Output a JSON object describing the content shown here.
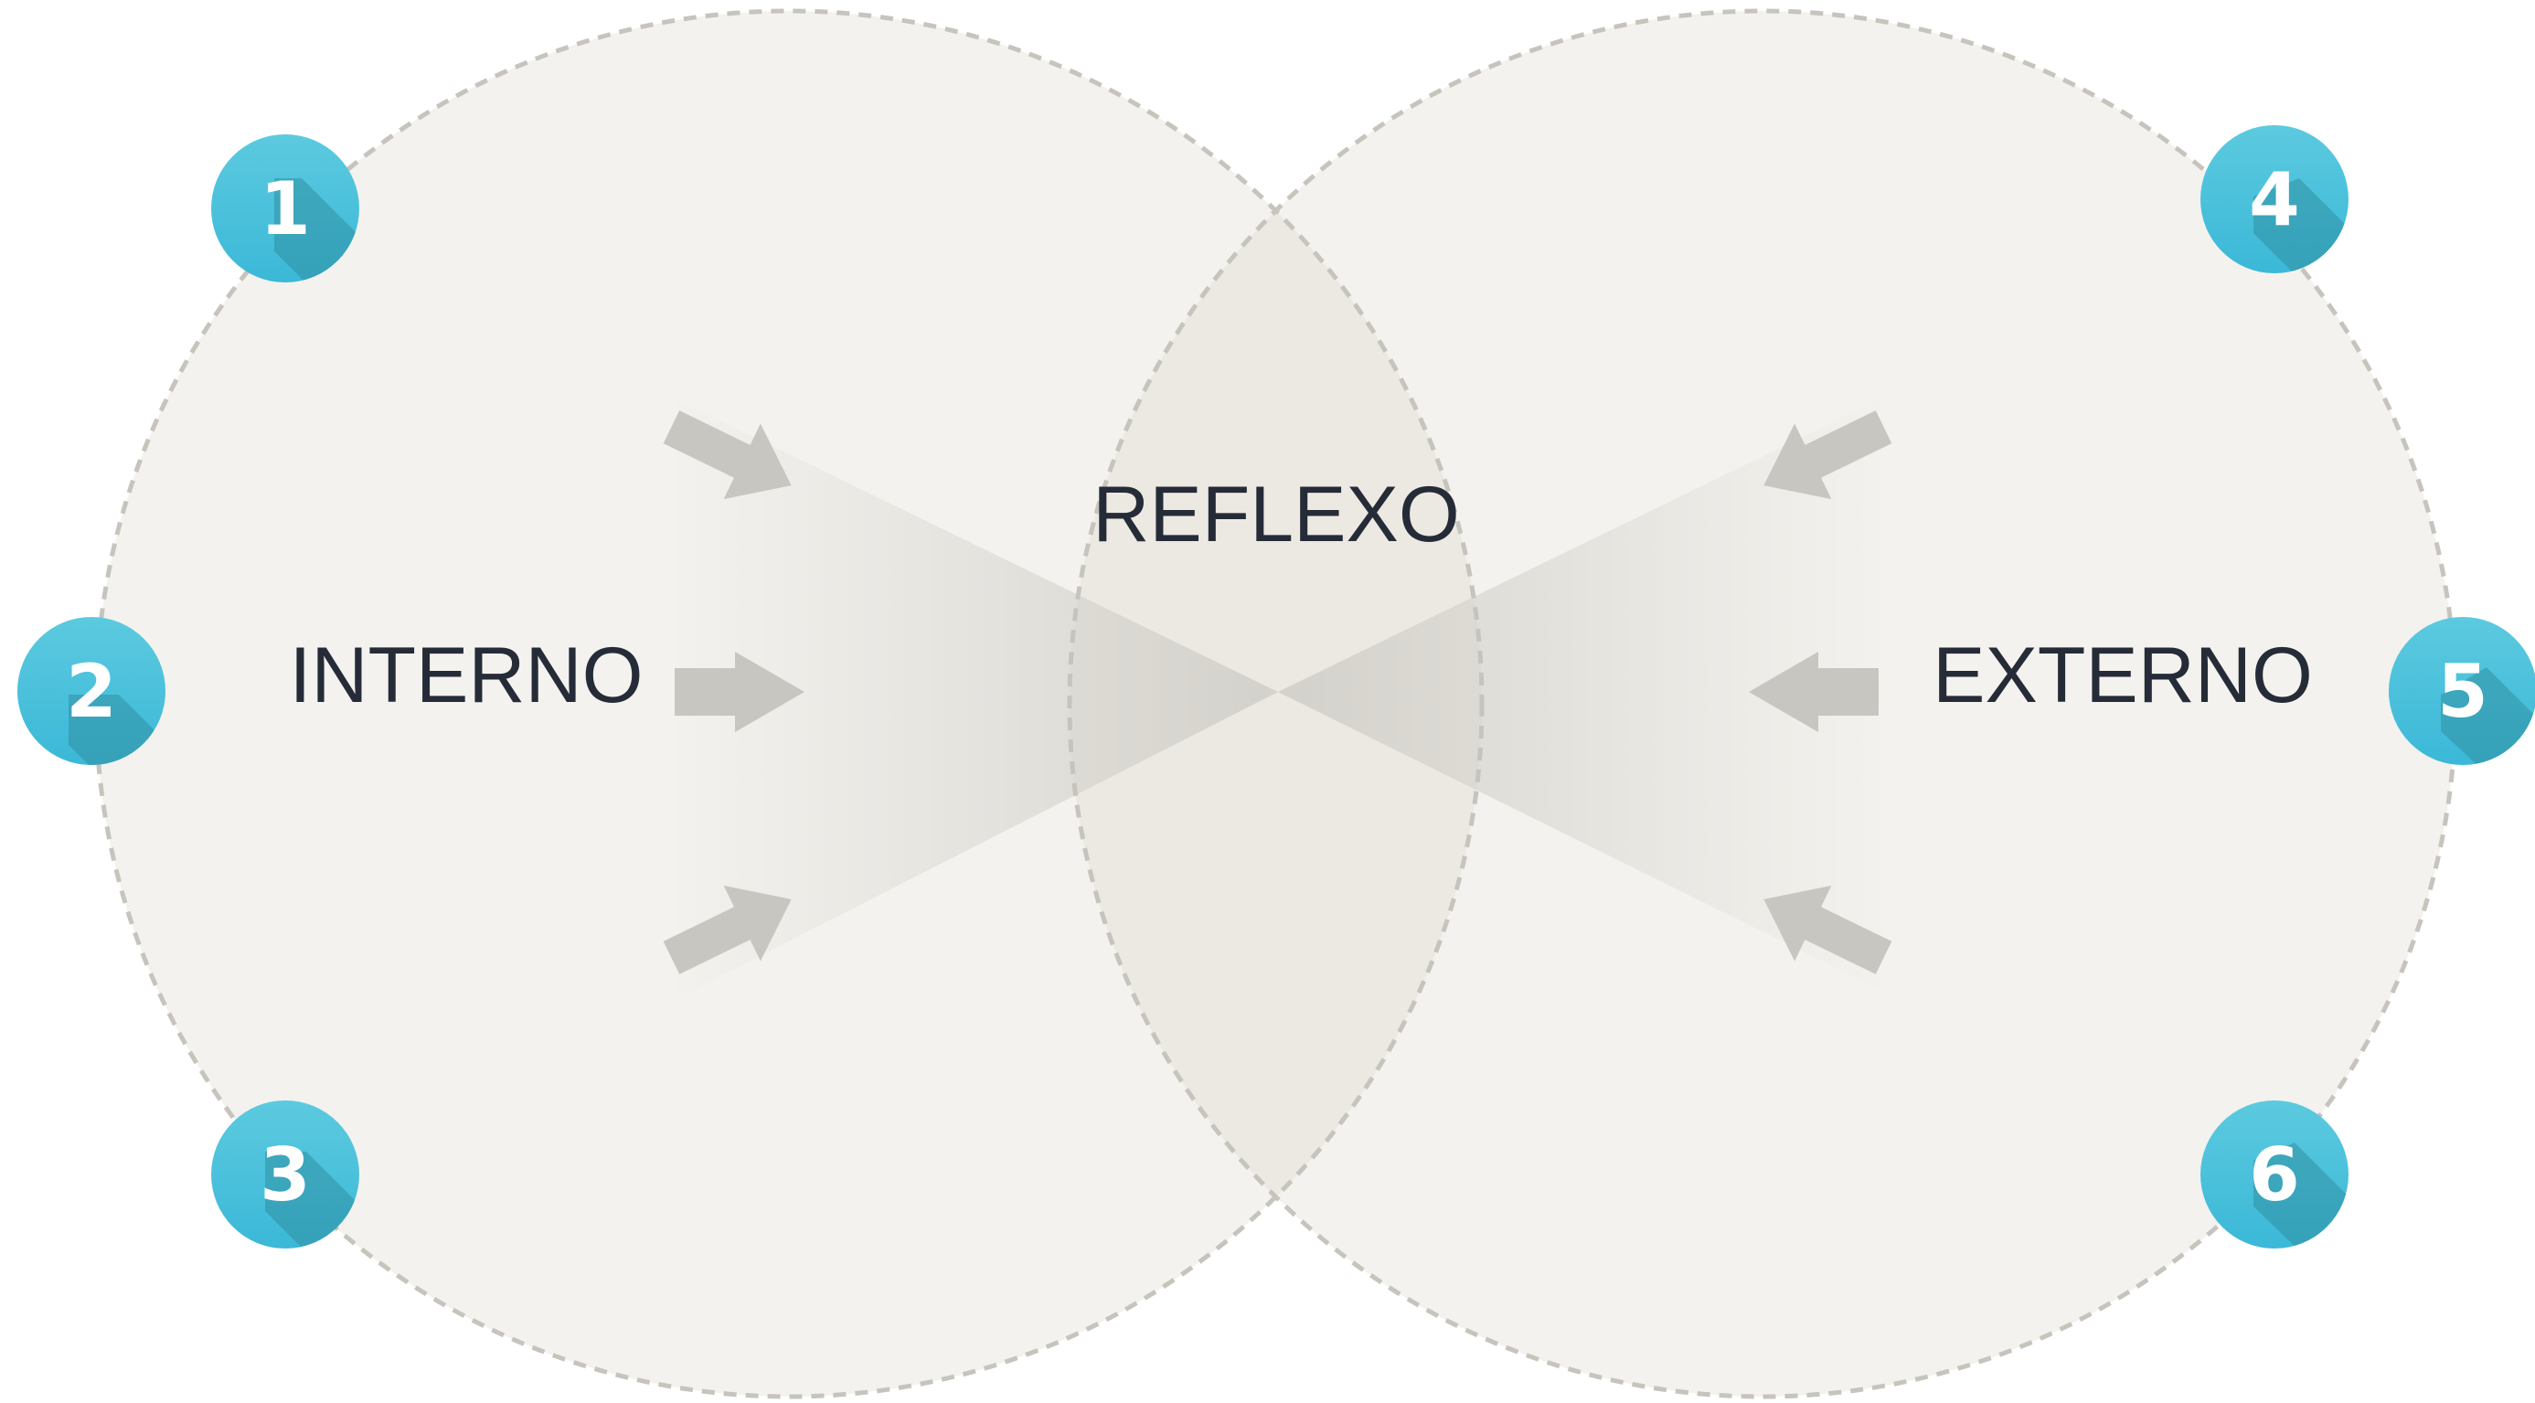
{
  "labels": {
    "internal": "INTERNO",
    "reflex": "REFLEXO",
    "external": "EXTERNO"
  },
  "badges": {
    "b1": "1",
    "b2": "2",
    "b3": "3",
    "b4": "4",
    "b5": "5",
    "b6": "6"
  },
  "colors": {
    "circle_fill": "#f3f2ee",
    "circle_border": "#c6c4bd",
    "overlap_fill": "#efece5",
    "arrow": "#c8c6c0",
    "beam": "#d8d6d0",
    "badge_light": "#5ccadf",
    "badge_dark": "#3bb8d8",
    "badge_shadow": "#2f8fa3",
    "text": "#262b38"
  }
}
